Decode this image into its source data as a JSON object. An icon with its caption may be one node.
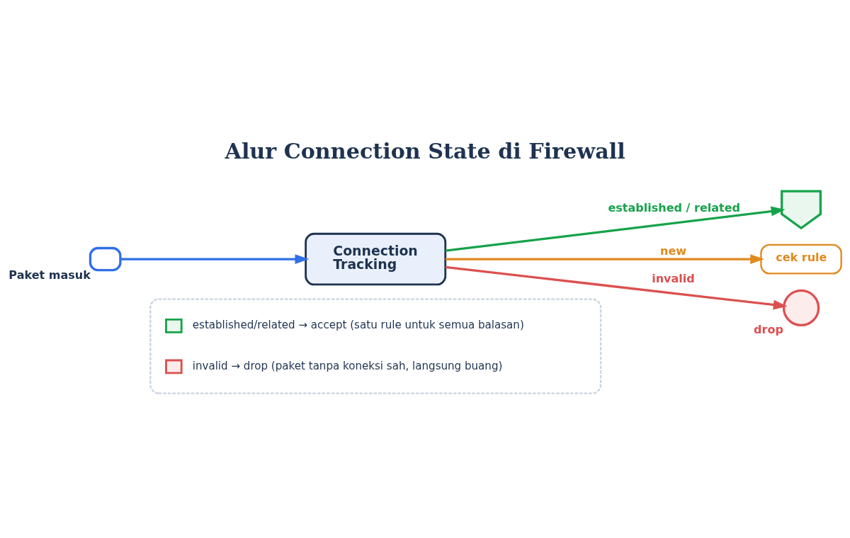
{
  "diagram": {
    "title": "Alur Connection State di Firewall",
    "nodes": [
      {
        "text": [],
        "shape": "envelope",
        "beside": [
          "Paket masuk"
        ]
      },
      {
        "text": [
          "Connection Tracking"
        ]
      },
      {
        "text": [],
        "shape": "shield"
      },
      {
        "text": [
          "cek rule"
        ]
      },
      {
        "text": [],
        "shape": "circle",
        "beside": [
          "drop"
        ]
      },
      {
        "text": [],
        "shape": "box"
      }
    ],
    "edges": [
      {
        "from": 0,
        "to": 1,
        "arrow": "to",
        "color": "#2f6fe8"
      },
      {
        "from": 1,
        "to": 2,
        "arrow": "to",
        "label": "established / related",
        "color": "#16a34a"
      },
      {
        "from": 1,
        "to": 3,
        "arrow": "to",
        "label": "new",
        "color": "#e08a1e"
      },
      {
        "from": 1,
        "to": 4,
        "arrow": "to",
        "label": "invalid",
        "color": "#dc5050"
      }
    ],
    "legend": [
      {
        "text": "established/related → accept (satu rule untuk semua balasan)"
      },
      {
        "text": "invalid → drop (paket tanpa koneksi sah, langsung buang)"
      }
    ]
  }
}
